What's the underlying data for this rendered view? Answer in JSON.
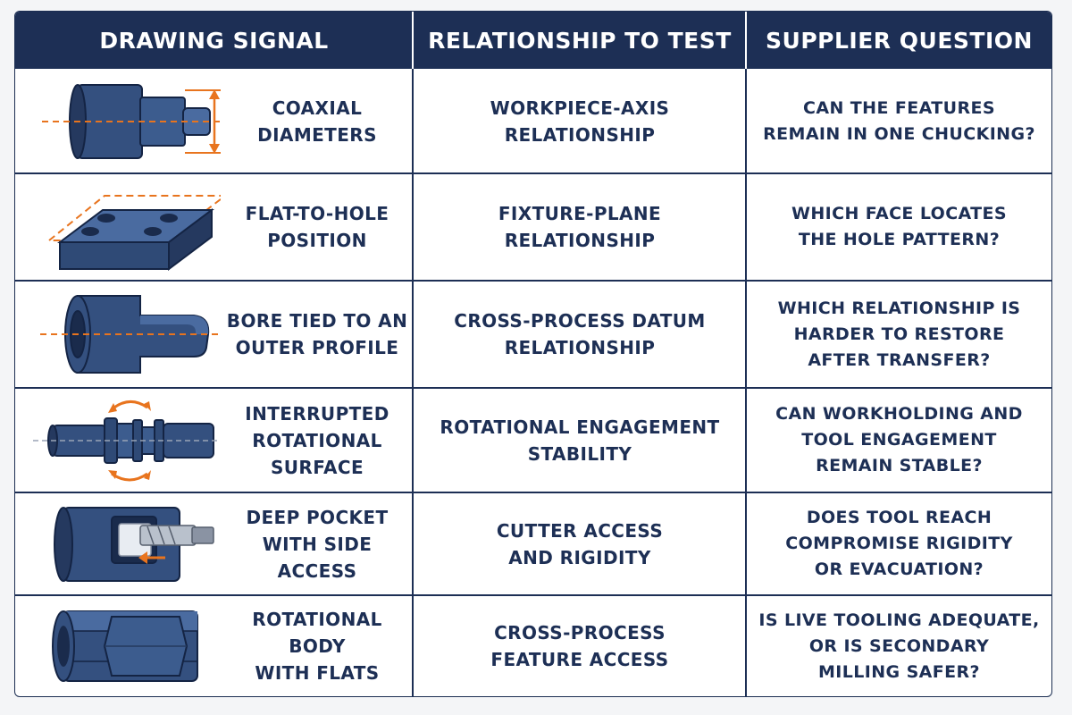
{
  "header": {
    "col1": "DRAWING SIGNAL",
    "col2": "RELATIONSHIP TO TEST",
    "col3": "SUPPLIER QUESTION"
  },
  "colors": {
    "navy": "#1d2f55",
    "part_blue": "#34507f",
    "accent_orange": "#e8741e"
  },
  "rows": [
    {
      "icon": "coaxial-shaft-icon",
      "signal": "COAXIAL\nDIAMETERS",
      "relationship": "WORKPIECE-AXIS\nRELATIONSHIP",
      "question": "CAN THE FEATURES\nREMAIN IN ONE CHUCKING?"
    },
    {
      "icon": "plate-with-holes-icon",
      "signal": "FLAT-TO-HOLE\nPOSITION",
      "relationship": "FIXTURE-PLANE\nRELATIONSHIP",
      "question": "WHICH FACE LOCATES\nTHE HOLE PATTERN?"
    },
    {
      "icon": "bore-with-profile-icon",
      "signal": "BORE TIED TO AN\nOUTER PROFILE",
      "relationship": "CROSS-PROCESS DATUM\nRELATIONSHIP",
      "question": "WHICH RELATIONSHIP IS\nHARDER TO RESTORE\nAFTER TRANSFER?"
    },
    {
      "icon": "grooved-shaft-rotation-icon",
      "signal": "INTERRUPTED\nROTATIONAL SURFACE",
      "relationship": "ROTATIONAL ENGAGEMENT\nSTABILITY",
      "question": "CAN WORKHOLDING AND\nTOOL ENGAGEMENT\nREMAIN STABLE?"
    },
    {
      "icon": "pocket-end-mill-icon",
      "signal": "DEEP POCKET\nWITH SIDE ACCESS",
      "relationship": "CUTTER ACCESS\nAND RIGIDITY",
      "question": "DOES TOOL REACH\nCOMPROMISE RIGIDITY\nOR EVACUATION?"
    },
    {
      "icon": "body-with-flats-icon",
      "signal": "ROTATIONAL BODY\nWITH FLATS",
      "relationship": "CROSS-PROCESS\nFEATURE ACCESS",
      "question": "IS LIVE TOOLING ADEQUATE,\nOR IS SECONDARY\nMILLING SAFER?"
    }
  ]
}
